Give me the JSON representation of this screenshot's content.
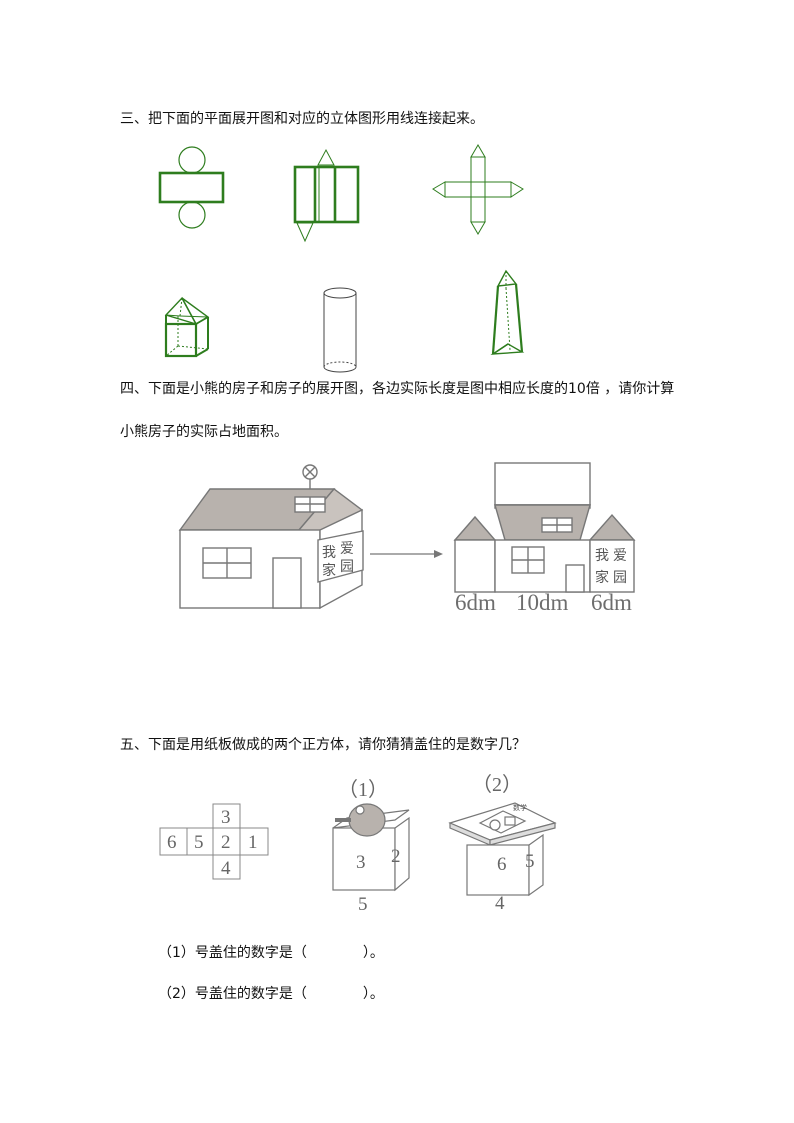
{
  "q3": {
    "title": "三、把下面的平面展开图和对应的立体图形用线连接起来。"
  },
  "q4": {
    "line1": "四、下面是小熊的房子和房子的展开图，各边实际长度是图中相应长度的10倍 ，请你计算",
    "line2": "小熊房子的实际占地面积。",
    "sign_left": [
      "我",
      "爱",
      "家",
      "园"
    ],
    "sign_right": [
      "我",
      "爱",
      "家",
      "园"
    ],
    "dims": [
      "6dm",
      "10dm",
      "6dm"
    ]
  },
  "q5": {
    "title": "五、下面是用纸板做成的两个正方体，请你猜猜盖住的是数字几？",
    "net_numbers": {
      "top": "3",
      "row": [
        "6",
        "5",
        "2",
        "1"
      ],
      "bottom": "4"
    },
    "cube1": {
      "label": "（1）",
      "front": "3",
      "side": "2",
      "below": "5"
    },
    "cube2": {
      "label": "（2）",
      "front": "6",
      "side": "5",
      "below": "4",
      "book_tag": "数学"
    },
    "answer1": "（1）号盖住的数字是（　　　　）。",
    "answer2": "（2）号盖住的数字是（　　　　）。"
  },
  "colors": {
    "figure_green": "#2e7d1e",
    "sketch_gray": "#777777",
    "roof_gray": "#b8b2ad"
  }
}
